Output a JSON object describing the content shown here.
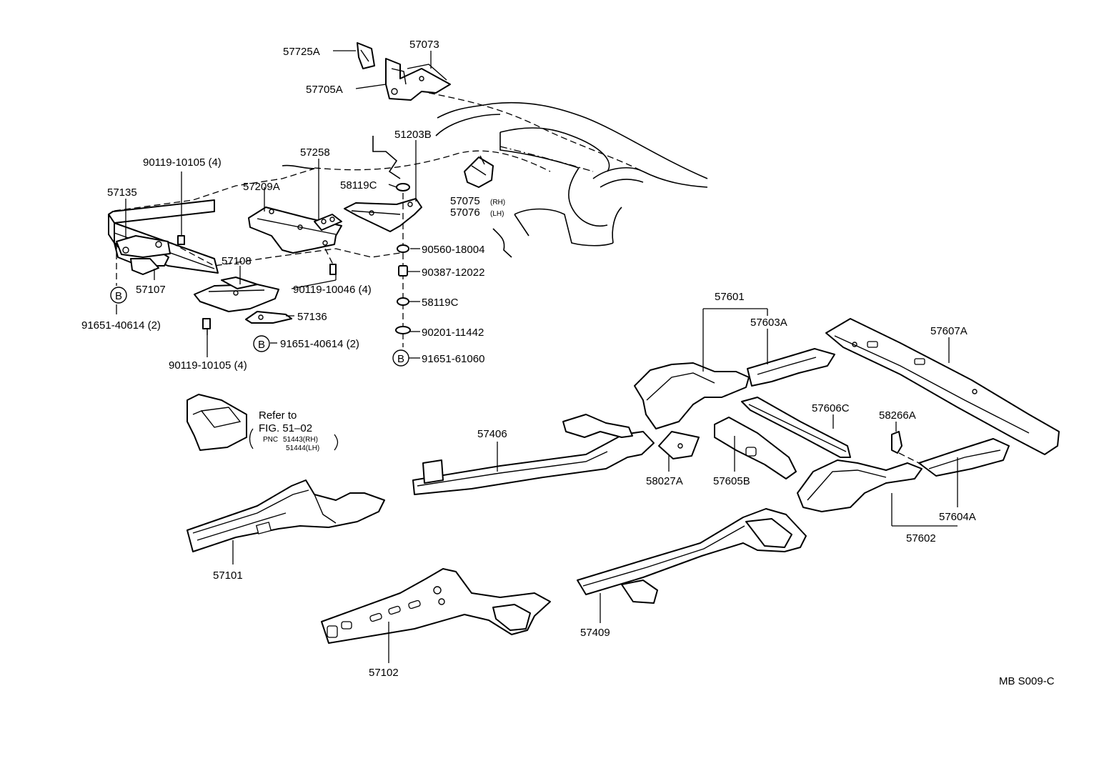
{
  "figure_code": "MB S009-C",
  "refer_note": {
    "line1": "Refer to",
    "line2": "FIG. 51–02",
    "pnc_prefix": "PNC",
    "pnc_rh": "51443(RH)",
    "pnc_lh": "51444(LH)"
  },
  "callouts": {
    "p57725A": "57725A",
    "p57073": "57073",
    "p57705A": "57705A",
    "p51203B": "51203B",
    "p57258": "57258",
    "p90119_10105_top": "90119-10105 (4)",
    "p57209A": "57209A",
    "p58119C_top": "58119C",
    "p57075": "57075",
    "p57075_side": "(RH)",
    "p57076": "57076",
    "p57076_side": "(LH)",
    "p57135": "57135",
    "p90560_18004": "90560-18004",
    "p57108": "57108",
    "p90387_12022": "90387-12022",
    "p57107": "57107",
    "p90119_10046": "90119-10046 (4)",
    "p58119C_mid": "58119C",
    "p91651_40614_left": "91651-40614 (2)",
    "p57136": "57136",
    "p90201_11442": "90201-11442",
    "p91651_40614_mid": "91651-40614 (2)",
    "p91651_61060": "91651-61060",
    "p90119_10105_bottom": "90119-10105 (4)",
    "p57601": "57601",
    "p57603A": "57603A",
    "p57607A": "57607A",
    "p57406": "57406",
    "p57606C": "57606C",
    "p58266A": "58266A",
    "p58027A": "58027A",
    "p57605B": "57605B",
    "p57604A": "57604A",
    "p57602": "57602",
    "p57101": "57101",
    "p57409": "57409",
    "p57102": "57102"
  },
  "circle_marks": {
    "b1": "B",
    "b2": "B",
    "b3": "B"
  }
}
